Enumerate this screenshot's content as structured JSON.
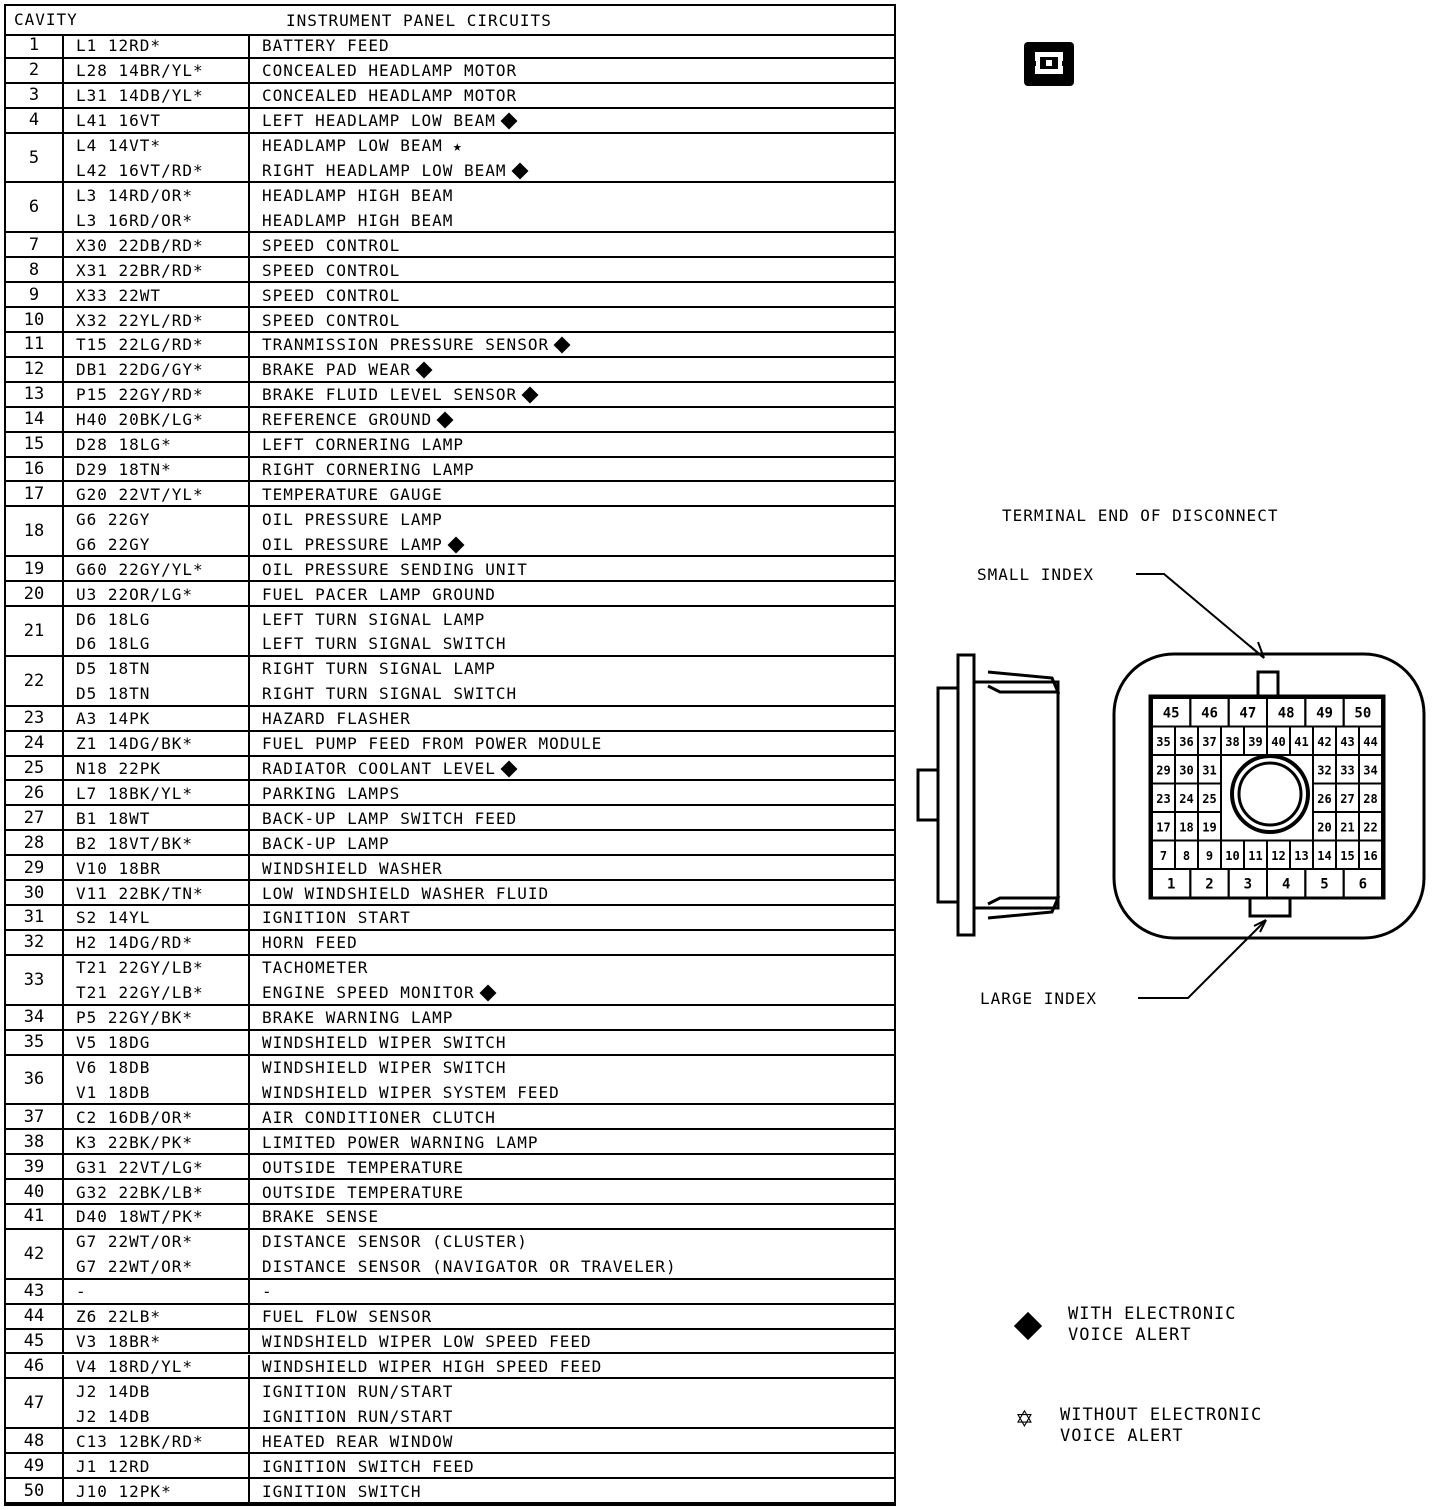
{
  "table": {
    "header_cavity": "CAVITY",
    "header_circuits": "INSTRUMENT PANEL CIRCUITS",
    "rows": [
      {
        "cavity": "1",
        "lines": [
          {
            "wire": "L1 12RD*",
            "circuit": "BATTERY FEED",
            "mark": ""
          }
        ]
      },
      {
        "cavity": "2",
        "lines": [
          {
            "wire": "L28 14BR/YL*",
            "circuit": "CONCEALED HEADLAMP MOTOR",
            "mark": ""
          }
        ]
      },
      {
        "cavity": "3",
        "lines": [
          {
            "wire": "L31 14DB/YL*",
            "circuit": "CONCEALED HEADLAMP MOTOR",
            "mark": ""
          }
        ]
      },
      {
        "cavity": "4",
        "lines": [
          {
            "wire": "L41 16VT",
            "circuit": "LEFT HEADLAMP LOW BEAM",
            "mark": "diamond"
          }
        ]
      },
      {
        "cavity": "5",
        "lines": [
          {
            "wire": "L4 14VT*",
            "circuit": "HEADLAMP LOW BEAM",
            "mark": "star"
          },
          {
            "wire": "L42 16VT/RD*",
            "circuit": "RIGHT HEADLAMP LOW BEAM",
            "mark": "diamond"
          }
        ]
      },
      {
        "cavity": "6",
        "lines": [
          {
            "wire": "L3 14RD/OR*",
            "circuit": "HEADLAMP HIGH BEAM",
            "mark": ""
          },
          {
            "wire": "L3 16RD/OR*",
            "circuit": "HEADLAMP HIGH BEAM",
            "mark": ""
          }
        ]
      },
      {
        "cavity": "7",
        "lines": [
          {
            "wire": "X30 22DB/RD*",
            "circuit": "SPEED CONTROL",
            "mark": ""
          }
        ]
      },
      {
        "cavity": "8",
        "lines": [
          {
            "wire": "X31 22BR/RD*",
            "circuit": "SPEED CONTROL",
            "mark": ""
          }
        ]
      },
      {
        "cavity": "9",
        "lines": [
          {
            "wire": "X33 22WT",
            "circuit": "SPEED CONTROL",
            "mark": ""
          }
        ]
      },
      {
        "cavity": "10",
        "lines": [
          {
            "wire": "X32 22YL/RD*",
            "circuit": "SPEED CONTROL",
            "mark": ""
          }
        ]
      },
      {
        "cavity": "11",
        "lines": [
          {
            "wire": "T15 22LG/RD*",
            "circuit": "TRANMISSION PRESSURE SENSOR",
            "mark": "diamond"
          }
        ]
      },
      {
        "cavity": "12",
        "lines": [
          {
            "wire": "DB1 22DG/GY*",
            "circuit": "BRAKE PAD WEAR",
            "mark": "diamond"
          }
        ]
      },
      {
        "cavity": "13",
        "lines": [
          {
            "wire": "P15 22GY/RD*",
            "circuit": "BRAKE FLUID LEVEL SENSOR",
            "mark": "diamond"
          }
        ]
      },
      {
        "cavity": "14",
        "lines": [
          {
            "wire": "H40 20BK/LG*",
            "circuit": "REFERENCE GROUND",
            "mark": "diamond"
          }
        ]
      },
      {
        "cavity": "15",
        "lines": [
          {
            "wire": "D28 18LG*",
            "circuit": "LEFT CORNERING LAMP",
            "mark": ""
          }
        ]
      },
      {
        "cavity": "16",
        "lines": [
          {
            "wire": "D29 18TN*",
            "circuit": "RIGHT CORNERING LAMP",
            "mark": ""
          }
        ]
      },
      {
        "cavity": "17",
        "lines": [
          {
            "wire": "G20 22VT/YL*",
            "circuit": "TEMPERATURE GAUGE",
            "mark": ""
          }
        ]
      },
      {
        "cavity": "18",
        "lines": [
          {
            "wire": "G6 22GY",
            "circuit": "OIL PRESSURE LAMP",
            "mark": ""
          },
          {
            "wire": "G6 22GY",
            "circuit": "OIL PRESSURE LAMP",
            "mark": "diamond"
          }
        ]
      },
      {
        "cavity": "19",
        "lines": [
          {
            "wire": "G60 22GY/YL*",
            "circuit": "OIL PRESSURE SENDING UNIT",
            "mark": ""
          }
        ]
      },
      {
        "cavity": "20",
        "lines": [
          {
            "wire": "U3 22OR/LG*",
            "circuit": "FUEL PACER LAMP GROUND",
            "mark": ""
          }
        ]
      },
      {
        "cavity": "21",
        "lines": [
          {
            "wire": "D6 18LG",
            "circuit": "LEFT TURN SIGNAL LAMP",
            "mark": ""
          },
          {
            "wire": "D6 18LG",
            "circuit": "LEFT TURN SIGNAL SWITCH",
            "mark": ""
          }
        ]
      },
      {
        "cavity": "22",
        "lines": [
          {
            "wire": "D5 18TN",
            "circuit": "RIGHT TURN SIGNAL LAMP",
            "mark": ""
          },
          {
            "wire": "D5 18TN",
            "circuit": "RIGHT TURN SIGNAL SWITCH",
            "mark": ""
          }
        ]
      },
      {
        "cavity": "23",
        "lines": [
          {
            "wire": "A3 14PK",
            "circuit": "HAZARD FLASHER",
            "mark": ""
          }
        ]
      },
      {
        "cavity": "24",
        "lines": [
          {
            "wire": "Z1 14DG/BK*",
            "circuit": "FUEL PUMP FEED FROM POWER MODULE",
            "mark": ""
          }
        ]
      },
      {
        "cavity": "25",
        "lines": [
          {
            "wire": "N18 22PK",
            "circuit": "RADIATOR COOLANT LEVEL",
            "mark": "diamond"
          }
        ]
      },
      {
        "cavity": "26",
        "lines": [
          {
            "wire": "L7 18BK/YL*",
            "circuit": "PARKING LAMPS",
            "mark": ""
          }
        ]
      },
      {
        "cavity": "27",
        "lines": [
          {
            "wire": "B1 18WT",
            "circuit": "BACK-UP LAMP SWITCH FEED",
            "mark": ""
          }
        ]
      },
      {
        "cavity": "28",
        "lines": [
          {
            "wire": "B2 18VT/BK*",
            "circuit": "BACK-UP LAMP",
            "mark": ""
          }
        ]
      },
      {
        "cavity": "29",
        "lines": [
          {
            "wire": "V10 18BR",
            "circuit": "WINDSHIELD WASHER",
            "mark": ""
          }
        ]
      },
      {
        "cavity": "30",
        "lines": [
          {
            "wire": "V11 22BK/TN*",
            "circuit": "LOW WINDSHIELD WASHER FLUID",
            "mark": ""
          }
        ]
      },
      {
        "cavity": "31",
        "lines": [
          {
            "wire": "S2 14YL",
            "circuit": "IGNITION START",
            "mark": ""
          }
        ]
      },
      {
        "cavity": "32",
        "lines": [
          {
            "wire": "H2 14DG/RD*",
            "circuit": "HORN FEED",
            "mark": ""
          }
        ]
      },
      {
        "cavity": "33",
        "lines": [
          {
            "wire": "T21 22GY/LB*",
            "circuit": "TACHOMETER",
            "mark": ""
          },
          {
            "wire": "T21 22GY/LB*",
            "circuit": "ENGINE SPEED MONITOR",
            "mark": "diamond"
          }
        ]
      },
      {
        "cavity": "34",
        "lines": [
          {
            "wire": "P5 22GY/BK*",
            "circuit": "BRAKE WARNING LAMP",
            "mark": ""
          }
        ]
      },
      {
        "cavity": "35",
        "lines": [
          {
            "wire": "V5 18DG",
            "circuit": "WINDSHIELD WIPER SWITCH",
            "mark": ""
          }
        ]
      },
      {
        "cavity": "36",
        "lines": [
          {
            "wire": "V6 18DB",
            "circuit": "WINDSHIELD WIPER SWITCH",
            "mark": ""
          },
          {
            "wire": "V1 18DB",
            "circuit": "WINDSHIELD WIPER SYSTEM FEED",
            "mark": ""
          }
        ]
      },
      {
        "cavity": "37",
        "lines": [
          {
            "wire": "C2 16DB/OR*",
            "circuit": "AIR CONDITIONER CLUTCH",
            "mark": ""
          }
        ]
      },
      {
        "cavity": "38",
        "lines": [
          {
            "wire": "K3 22BK/PK*",
            "circuit": "LIMITED POWER WARNING LAMP",
            "mark": ""
          }
        ]
      },
      {
        "cavity": "39",
        "lines": [
          {
            "wire": "G31 22VT/LG*",
            "circuit": "OUTSIDE TEMPERATURE",
            "mark": ""
          }
        ]
      },
      {
        "cavity": "40",
        "lines": [
          {
            "wire": "G32 22BK/LB*",
            "circuit": "OUTSIDE TEMPERATURE",
            "mark": ""
          }
        ]
      },
      {
        "cavity": "41",
        "lines": [
          {
            "wire": "D40 18WT/PK*",
            "circuit": "BRAKE SENSE",
            "mark": ""
          }
        ]
      },
      {
        "cavity": "42",
        "lines": [
          {
            "wire": "G7 22WT/OR*",
            "circuit": "DISTANCE SENSOR (CLUSTER)",
            "mark": ""
          },
          {
            "wire": "G7 22WT/OR*",
            "circuit": "DISTANCE SENSOR (NAVIGATOR OR TRAVELER)",
            "mark": ""
          }
        ]
      },
      {
        "cavity": "43",
        "lines": [
          {
            "wire": "-",
            "circuit": "-",
            "mark": ""
          }
        ]
      },
      {
        "cavity": "44",
        "lines": [
          {
            "wire": "Z6 22LB*",
            "circuit": "FUEL FLOW SENSOR",
            "mark": ""
          }
        ]
      },
      {
        "cavity": "45",
        "lines": [
          {
            "wire": "V3 18BR*",
            "circuit": "WINDSHIELD WIPER LOW SPEED FEED",
            "mark": ""
          }
        ]
      },
      {
        "cavity": "46",
        "lines": [
          {
            "wire": "V4 18RD/YL*",
            "circuit": "WINDSHIELD WIPER HIGH SPEED FEED",
            "mark": ""
          }
        ]
      },
      {
        "cavity": "47",
        "lines": [
          {
            "wire": "J2 14DB",
            "circuit": "IGNITION RUN/START",
            "mark": ""
          },
          {
            "wire": "J2 14DB",
            "circuit": "IGNITION RUN/START",
            "mark": ""
          }
        ]
      },
      {
        "cavity": "48",
        "lines": [
          {
            "wire": "C13 12BK/RD*",
            "circuit": "HEATED REAR WINDOW",
            "mark": ""
          }
        ]
      },
      {
        "cavity": "49",
        "lines": [
          {
            "wire": "J1 12RD",
            "circuit": "IGNITION SWITCH FEED",
            "mark": ""
          }
        ]
      },
      {
        "cavity": "50",
        "lines": [
          {
            "wire": "J10 12PK*",
            "circuit": "IGNITION SWITCH",
            "mark": ""
          }
        ]
      }
    ]
  },
  "diagram": {
    "title": "TERMINAL END OF DISCONNECT",
    "small_index_label": "SMALL INDEX",
    "large_index_label": "LARGE INDEX",
    "connector_rows": [
      [
        "45",
        "46",
        "47",
        "48",
        "49",
        "50"
      ],
      [
        "35",
        "36",
        "37",
        "38",
        "39",
        "40",
        "41",
        "42",
        "43",
        "44"
      ],
      [
        "29",
        "30",
        "31",
        "32",
        "33",
        "34"
      ],
      [
        "23",
        "24",
        "25",
        "26",
        "27",
        "28"
      ],
      [
        "17",
        "18",
        "19",
        "20",
        "21",
        "22"
      ],
      [
        "7",
        "8",
        "9",
        "10",
        "11",
        "12",
        "13",
        "14",
        "15",
        "16"
      ],
      [
        "1",
        "2",
        "3",
        "4",
        "5",
        "6"
      ]
    ]
  },
  "legend": {
    "with_voice_alert": "WITH ELECTRONIC\nVOICE ALERT",
    "without_voice_alert": "WITHOUT ELECTRONIC\nVOICE ALERT",
    "with_icon": "diamond-icon",
    "without_icon": "star-icon"
  }
}
